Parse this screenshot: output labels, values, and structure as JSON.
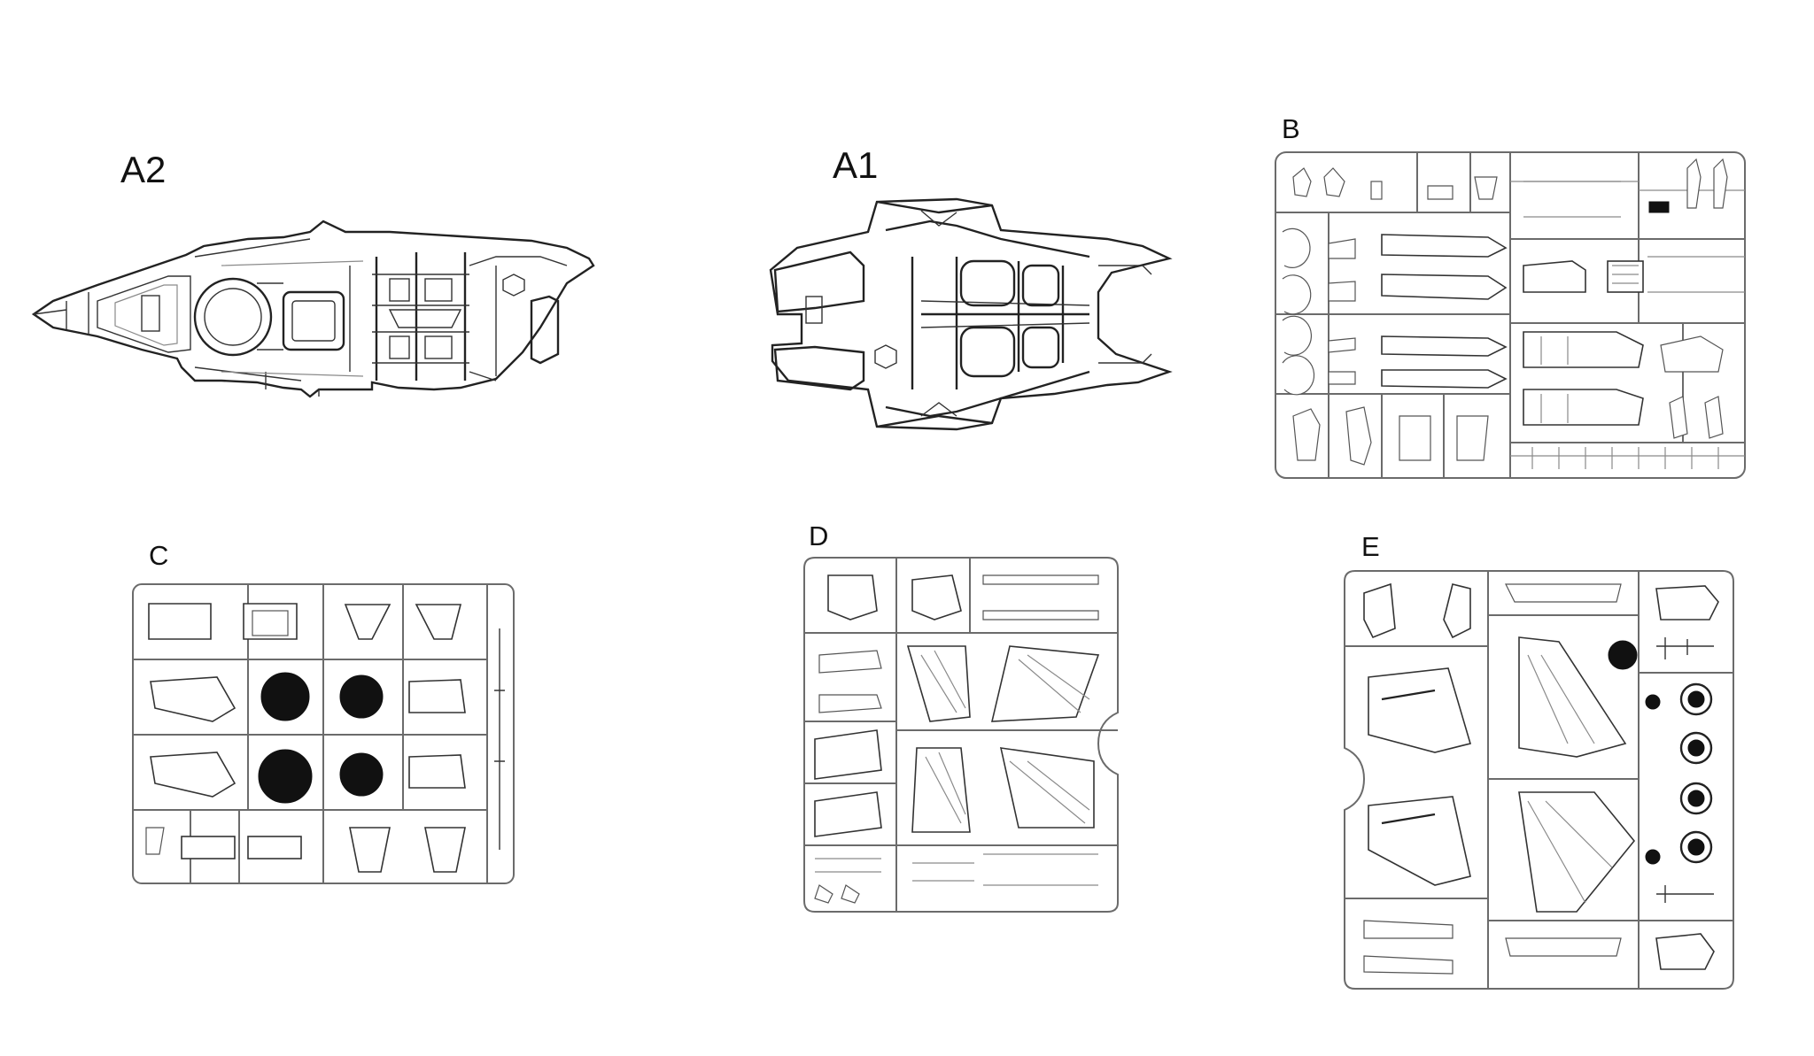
{
  "labels": {
    "a2": "A2",
    "a1": "A1",
    "b": "B",
    "c": "C",
    "d": "D",
    "e": "E"
  },
  "icons": {
    "a2": "fuselage-lower-half-icon",
    "a1": "fuselage-upper-half-icon",
    "b": "sprue-frame-b-icon",
    "c": "sprue-frame-c-icon",
    "d": "sprue-frame-d-icon",
    "e": "sprue-frame-e-icon"
  },
  "colors": {
    "ink": "#111111",
    "frame": "#6b6b6b",
    "background": "#ffffff"
  }
}
